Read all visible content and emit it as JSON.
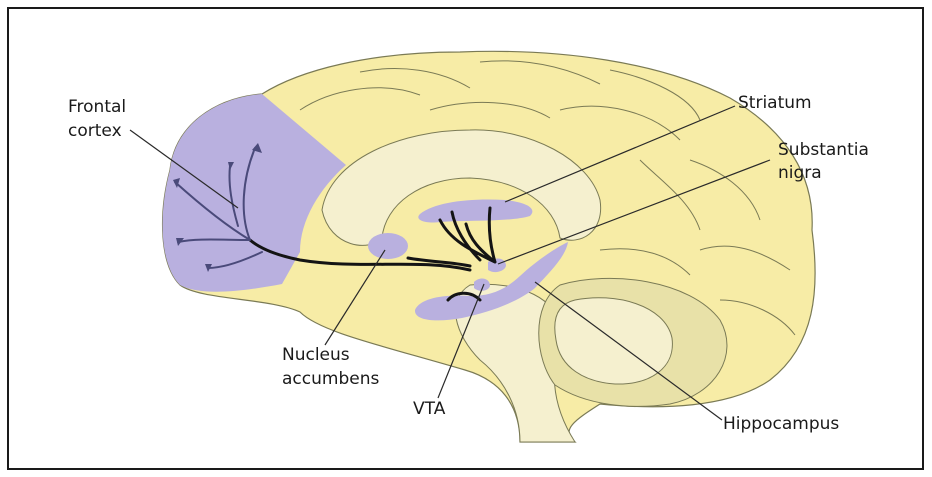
{
  "labels": {
    "frontal_cortex": [
      "Frontal",
      "cortex"
    ],
    "striatum": "Striatum",
    "substantia_nigra": [
      "Substantia",
      "nigra"
    ],
    "nucleus_accumbens": [
      "Nucleus",
      "accumbens"
    ],
    "vta": "VTA",
    "hippocampus": "Hippocampus"
  },
  "colors": {
    "brain_fill": "#f7eca6",
    "inner_fill": "#f5f0cf",
    "cerebellum_fill": "#e8e1a8",
    "highlight": "#b9b0df",
    "outline": "#7a7a55",
    "pathway": "#141414"
  }
}
